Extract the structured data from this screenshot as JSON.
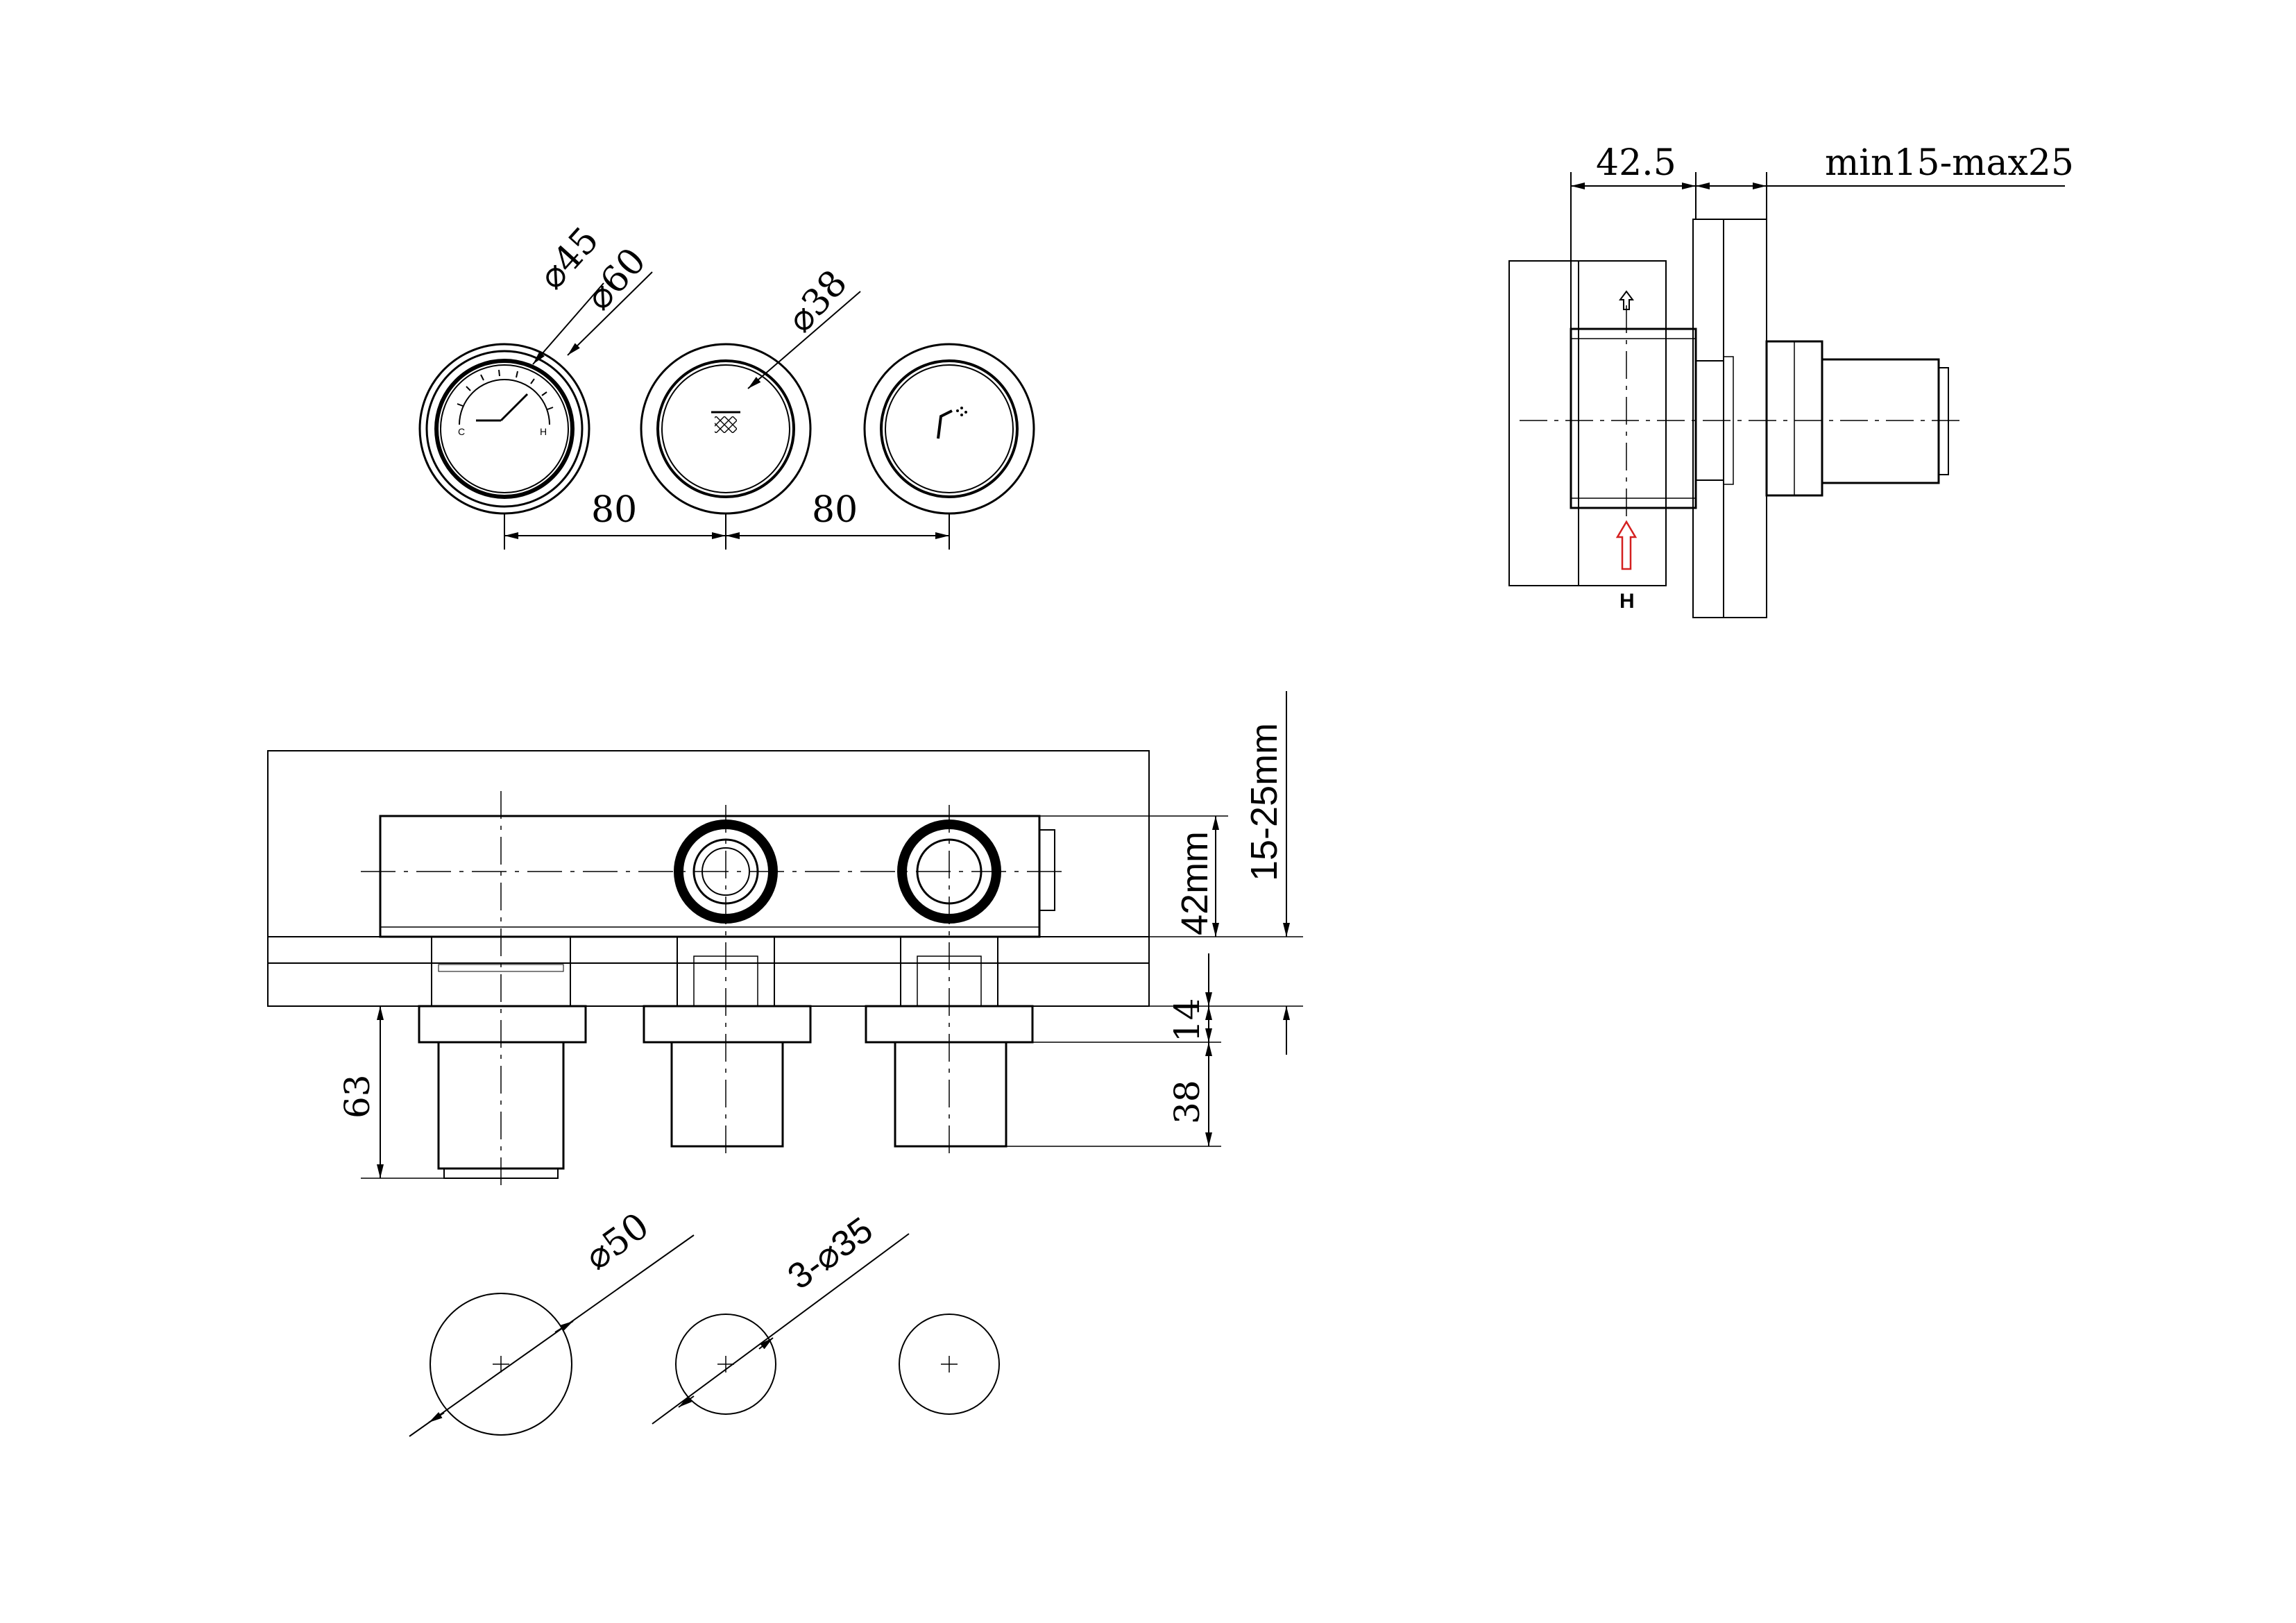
{
  "front_view": {
    "labels": {
      "dia_45": "⌀45",
      "dia_60": "⌀60",
      "dia_38": "⌀38",
      "spacing_left": "80",
      "spacing_right": "80",
      "gauge_cold": "C",
      "gauge_hot": "H"
    },
    "knob_icons": [
      "temperature-gauge-icon",
      "overhead-shower-icon",
      "hand-shower-icon"
    ]
  },
  "side_view": {
    "labels": {
      "depth": "42.5",
      "wall_range": "min15-max25",
      "inlet": "H"
    },
    "colors": {
      "hot_arrow": "#d42020"
    }
  },
  "section_view": {
    "labels": {
      "wall_range": "15-25mm",
      "body_depth": "42mm",
      "plate": "14",
      "knob_height": "38",
      "total_depth": "63"
    }
  },
  "cutout_view": {
    "labels": {
      "dia_50": "⌀50",
      "holes": "3-⌀35"
    }
  }
}
